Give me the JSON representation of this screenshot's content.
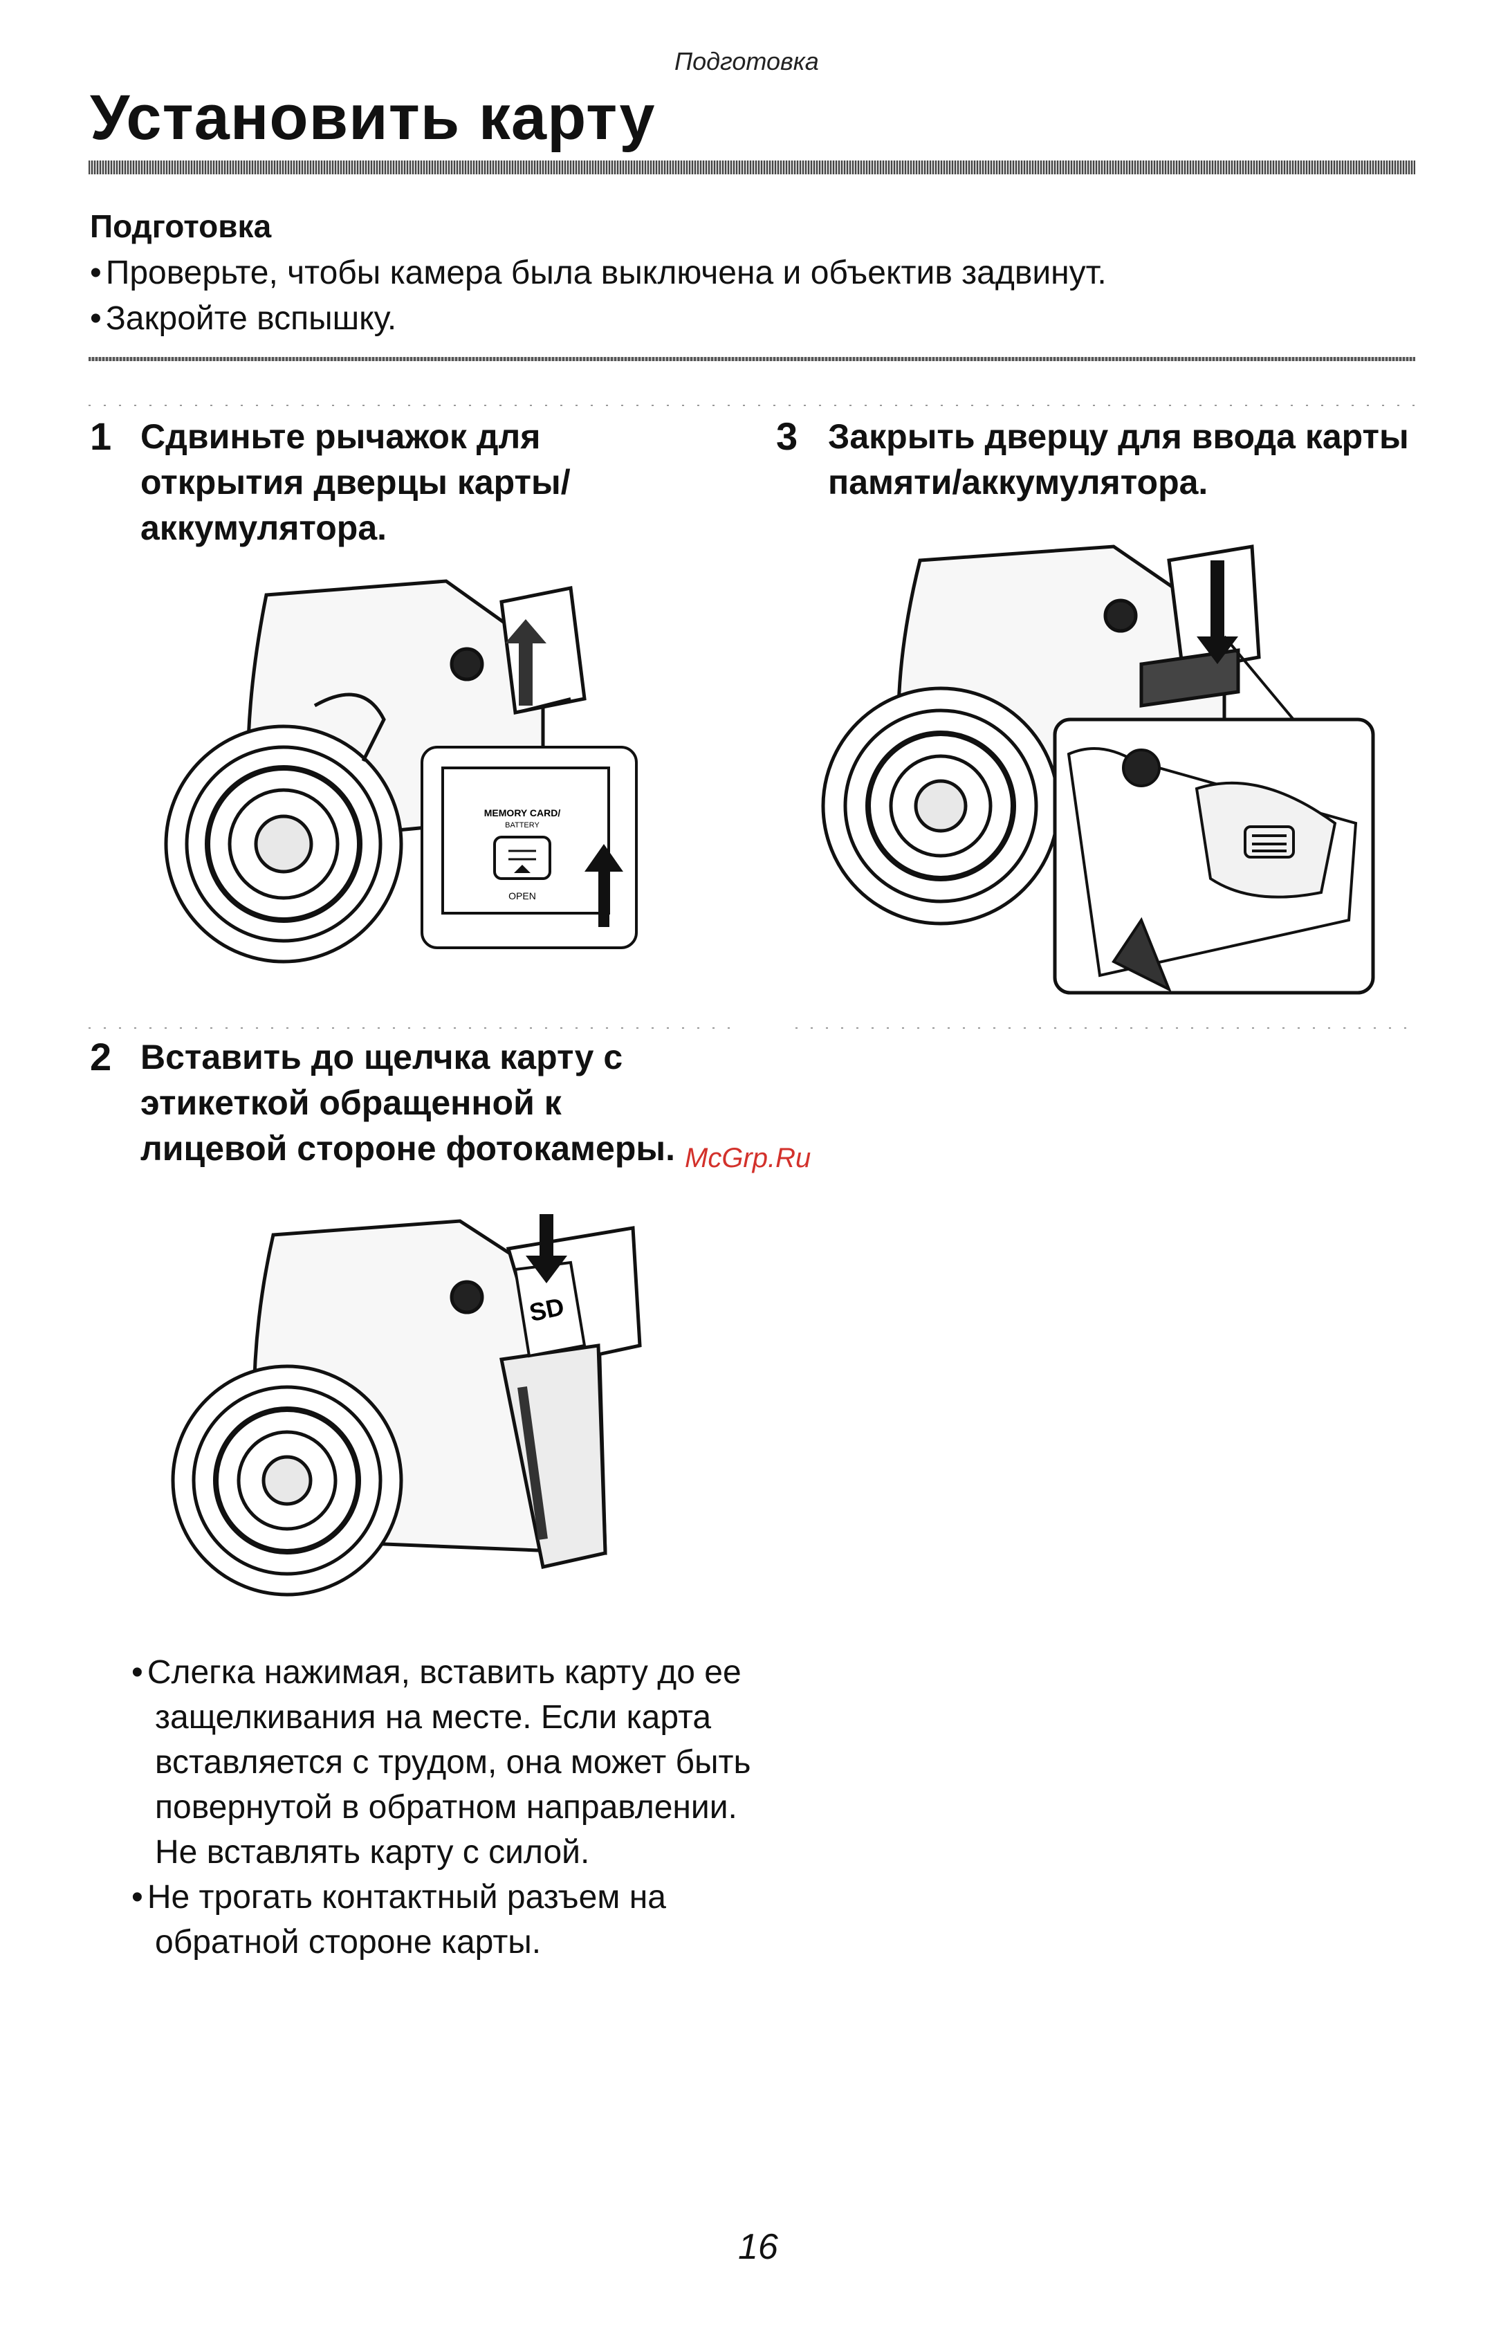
{
  "header": {
    "running_head": "Подготовка"
  },
  "page": {
    "title": "Установить карту",
    "number": "16"
  },
  "preparation": {
    "heading": "Подготовка",
    "items": [
      "Проверьте, чтобы камера была выключена и объектив задвинут.",
      "Закройте вспышку."
    ]
  },
  "steps": [
    {
      "number": "1",
      "text": "Сдвиньте рычажок для открытия дверцы карты/аккумулятора."
    },
    {
      "number": "2",
      "text": "Вставить до щелчка карту с этикеткой обращенной к лицевой стороне фотокамеры."
    },
    {
      "number": "3",
      "text": "Закрыть дверцу для ввода карты памяти/аккумулятора."
    }
  ],
  "figure1": {
    "label_line1": "MEMORY CARD/",
    "label_line2": "BATTERY",
    "label_open": "OPEN"
  },
  "figure2": {
    "card_label": "SD"
  },
  "notes": [
    "Слегка нажимая, вставить карту до ее защелкивания на месте. Если карта вставляется с трудом, она может быть повернутой в обратном направлении. Не вставлять карту с силой.",
    "Не трогать контактный разъем на обратной стороне карты."
  ],
  "watermark": "McGrp.Ru"
}
